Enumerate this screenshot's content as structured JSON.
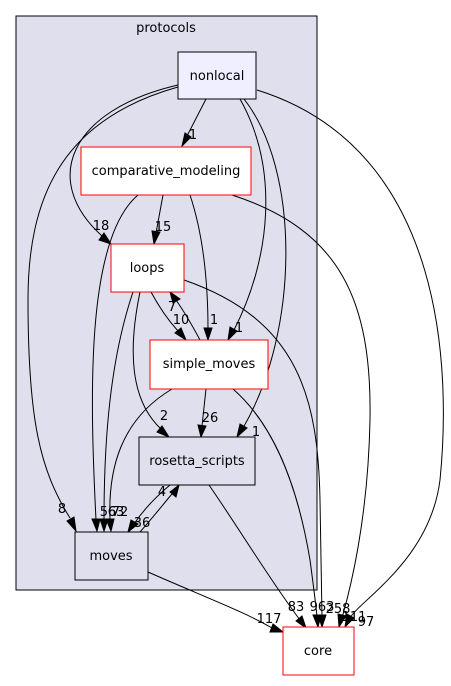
{
  "cluster": {
    "label": "protocols",
    "fill": "#dfdfee",
    "stroke": "#000000"
  },
  "nodes": {
    "nonlocal": {
      "label": "nonlocal",
      "fill": "#efefff",
      "stroke": "#000000"
    },
    "comparative_modeling": {
      "label": "comparative_modeling",
      "fill": "#ffffff",
      "stroke": "#ff0000"
    },
    "loops": {
      "label": "loops",
      "fill": "#ffffff",
      "stroke": "#ff0000"
    },
    "simple_moves": {
      "label": "simple_moves",
      "fill": "#ffffff",
      "stroke": "#ff0000"
    },
    "rosetta_scripts": {
      "label": "rosetta_scripts",
      "fill": "#dfdfee",
      "stroke": "#000000"
    },
    "moves": {
      "label": "moves",
      "fill": "#dfdfee",
      "stroke": "#000000"
    },
    "core": {
      "label": "core",
      "fill": "#ffffff",
      "stroke": "#ff0000"
    }
  },
  "edges": [
    {
      "id": "nonlocal-comparative_modeling",
      "from": "nonlocal",
      "to": "comparative_modeling",
      "label": "1"
    },
    {
      "id": "nonlocal-loops",
      "from": "nonlocal",
      "to": "loops",
      "label": "18"
    },
    {
      "id": "nonlocal-moves",
      "from": "nonlocal",
      "to": "moves",
      "label": "8"
    },
    {
      "id": "nonlocal-simple_moves",
      "from": "nonlocal",
      "to": "simple_moves",
      "label": "1"
    },
    {
      "id": "nonlocal-rosetta_scripts",
      "from": "nonlocal",
      "to": "rosetta_scripts",
      "label": "1"
    },
    {
      "id": "nonlocal-core",
      "from": "nonlocal",
      "to": "core",
      "label": "97"
    },
    {
      "id": "comparative_modeling-loops",
      "from": "comparative_modeling",
      "to": "loops",
      "label": "15"
    },
    {
      "id": "comparative_modeling-simple_moves",
      "from": "comparative_modeling",
      "to": "simple_moves",
      "label": "1"
    },
    {
      "id": "comparative_modeling-moves",
      "from": "comparative_modeling",
      "to": "moves",
      "label": "56"
    },
    {
      "id": "comparative_modeling-core",
      "from": "comparative_modeling",
      "to": "core",
      "label": "111"
    },
    {
      "id": "loops-simple_moves",
      "from": "loops",
      "to": "simple_moves",
      "label": "10"
    },
    {
      "id": "simple_moves-loops",
      "from": "simple_moves",
      "to": "loops",
      "label": "7"
    },
    {
      "id": "loops-rosetta_scripts",
      "from": "loops",
      "to": "rosetta_scripts",
      "label": "2"
    },
    {
      "id": "loops-moves",
      "from": "loops",
      "to": "moves",
      "label": "72"
    },
    {
      "id": "loops-core",
      "from": "loops",
      "to": "core",
      "label": "258"
    },
    {
      "id": "simple_moves-rosetta_scripts",
      "from": "simple_moves",
      "to": "rosetta_scripts",
      "label": "26"
    },
    {
      "id": "simple_moves-moves",
      "from": "simple_moves",
      "to": "moves",
      "label": "63"
    },
    {
      "id": "simple_moves-core",
      "from": "simple_moves",
      "to": "core",
      "label": "963"
    },
    {
      "id": "rosetta_scripts-moves",
      "from": "rosetta_scripts",
      "to": "moves",
      "label": "36"
    },
    {
      "id": "moves-rosetta_scripts",
      "from": "moves",
      "to": "rosetta_scripts",
      "label": "4"
    },
    {
      "id": "rosetta_scripts-core",
      "from": "rosetta_scripts",
      "to": "core",
      "label": "83"
    },
    {
      "id": "moves-core",
      "from": "moves",
      "to": "core",
      "label": "117"
    }
  ]
}
